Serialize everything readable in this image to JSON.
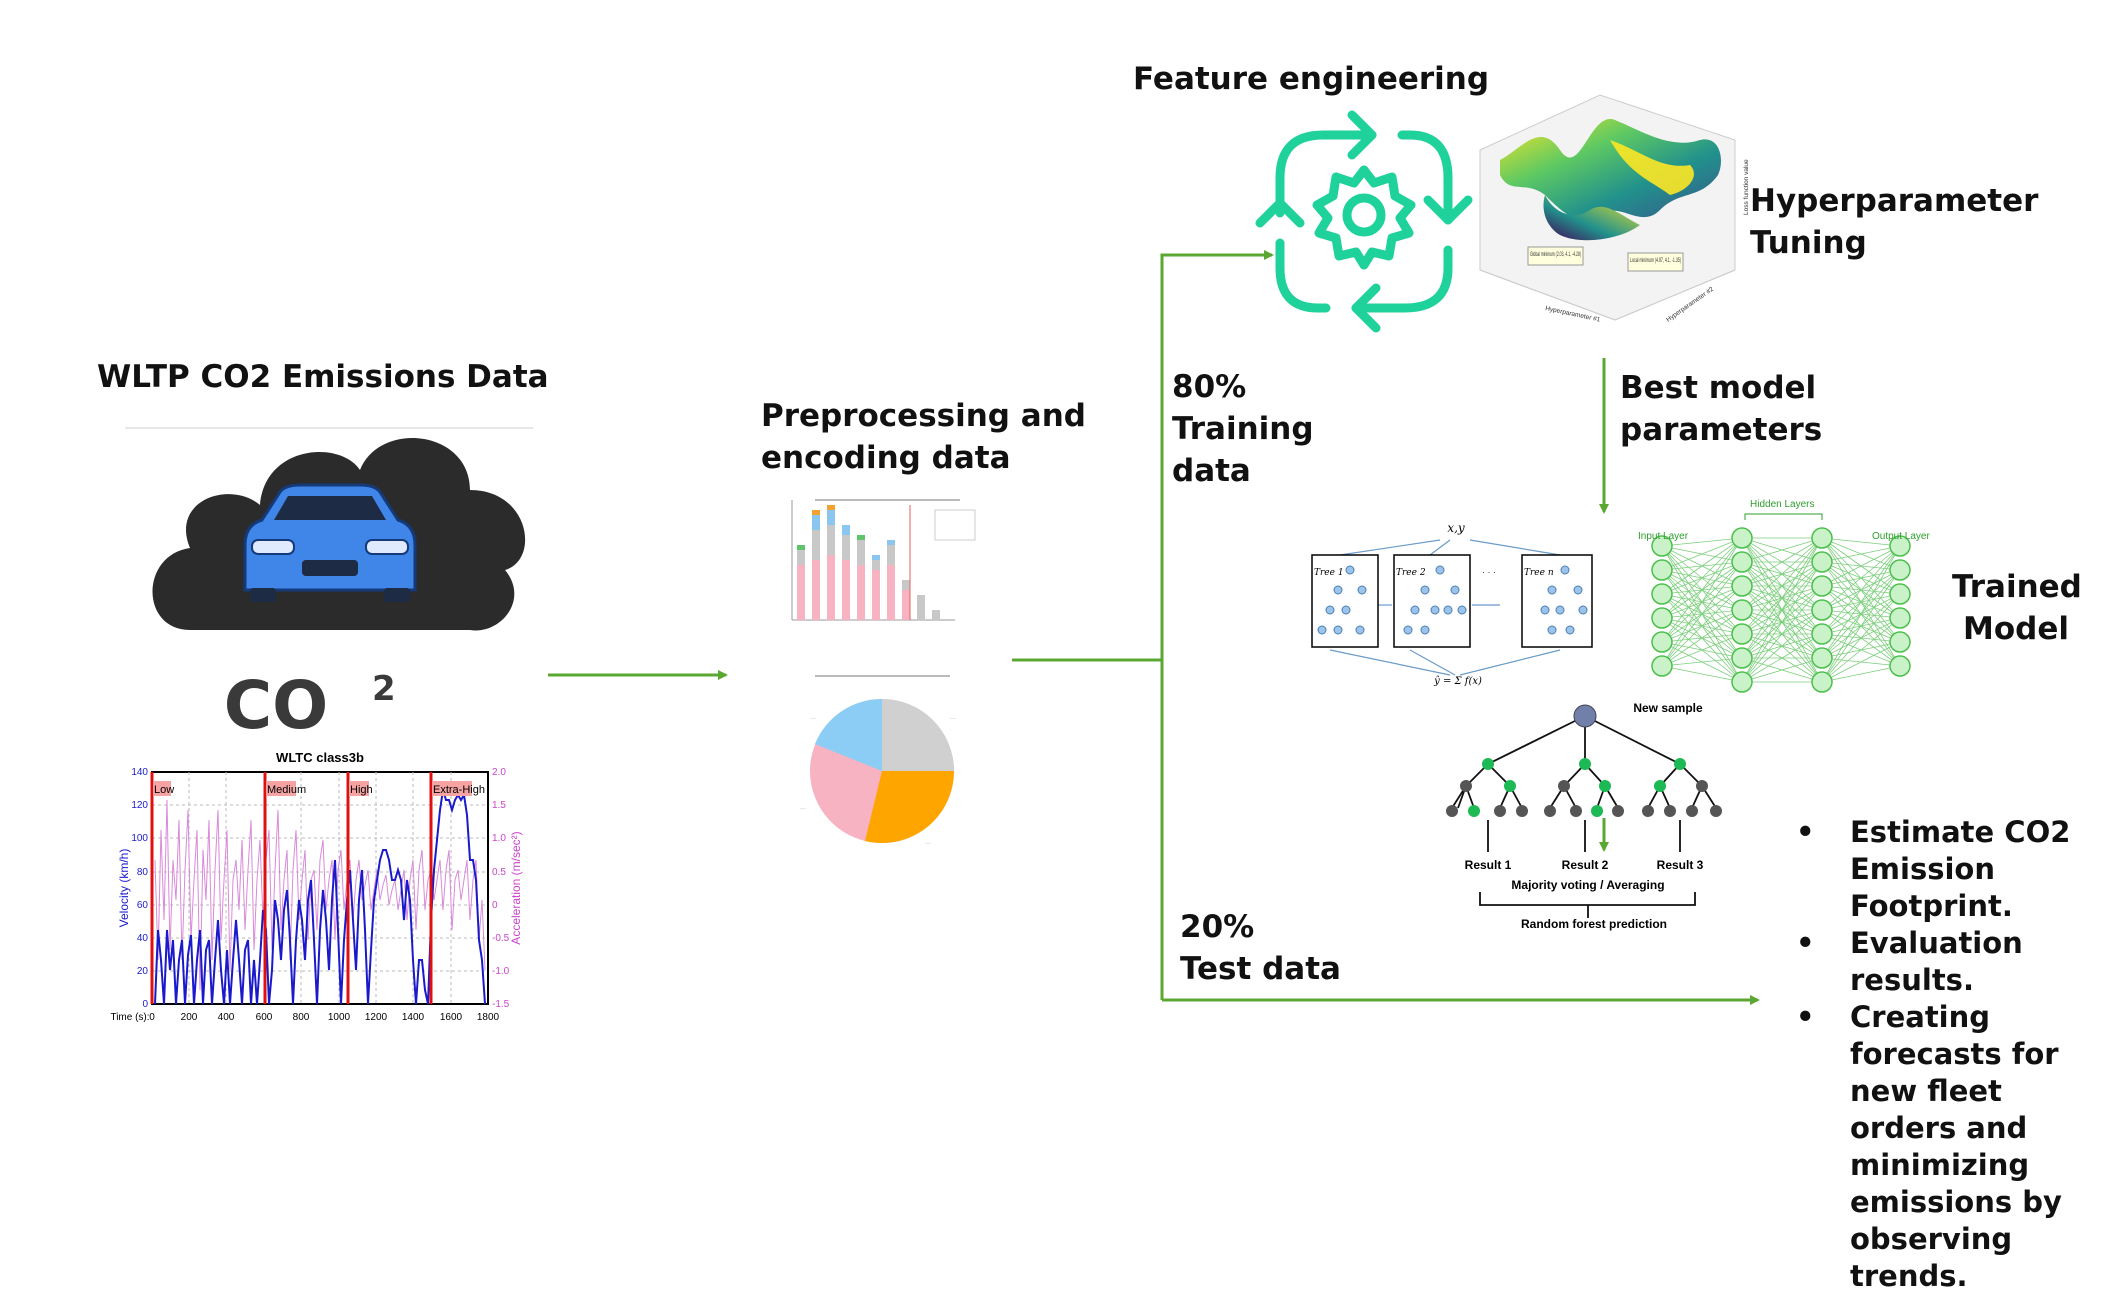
{
  "title_wltp": "WLTP CO2 Emissions Data",
  "co2_text": "CO",
  "co2_sup": "2",
  "wltc": {
    "title": "WLTC class3b",
    "phases": [
      "Low",
      "Medium",
      "High",
      "Extra-High"
    ],
    "y_left_label": "Velocity (km/h)",
    "y_right_label": "Acceleration (m/sec²)",
    "x_label": "Time (s):",
    "x_ticks": [
      "0",
      "200",
      "400",
      "600",
      "800",
      "1000",
      "1200",
      "1400",
      "1600",
      "1800"
    ],
    "y_left_ticks": [
      "0",
      "20",
      "40",
      "60",
      "80",
      "100",
      "120",
      "140"
    ],
    "y_right_ticks": [
      "-1.5",
      "-1.0",
      "-0.5",
      "0",
      "0.5",
      "1.0",
      "1.5",
      "2.0"
    ]
  },
  "preprocessing": {
    "line1": "Preprocessing and",
    "line2": "encoding data"
  },
  "feature_engineering": "Feature engineering",
  "hyperparameter": {
    "line1": "Hyperparameter",
    "line2": "Tuning",
    "global_min": "Global minimum (2.03, 4.1, -4.28)",
    "local_min": "Local minimum (4.97, 4.1, -1.35)",
    "axis_x": "Hyperparameter #1",
    "axis_y": "Hyperparameter #2",
    "axis_z": "Loss function value"
  },
  "split_train": {
    "pct": "80%",
    "line1": "Training",
    "line2": "data"
  },
  "split_test": {
    "pct": "20%",
    "line1": "Test data"
  },
  "best_model": {
    "line1": "Best model",
    "line2": "parameters"
  },
  "trained_model": {
    "line1": "Trained",
    "line2": "Model"
  },
  "boosting": {
    "xy": "x,y",
    "trees": [
      "Tree 1",
      "Tree 2",
      "Tree n"
    ]
  },
  "nn": {
    "input": "Input Layer",
    "hidden": "Hidden Layers",
    "output": "Output Layer"
  },
  "random_forest": {
    "new_sample": "New sample",
    "results": [
      "Result 1",
      "Result 2",
      "Result 3"
    ],
    "voting": "Majority voting / Averaging",
    "prediction": "Random forest prediction"
  },
  "outputs": [
    "Estimate CO2 Emission Footprint.",
    "Evaluation results.",
    "Creating forecasts for new fleet orders and minimizing emissions by observing trends."
  ],
  "colors": {
    "arrow_green": "#5aa832",
    "teal": "#1fd19a",
    "wltc_blue": "#1a1acc",
    "wltc_purple": "#cc66cc",
    "phase_red": "#e01010"
  }
}
